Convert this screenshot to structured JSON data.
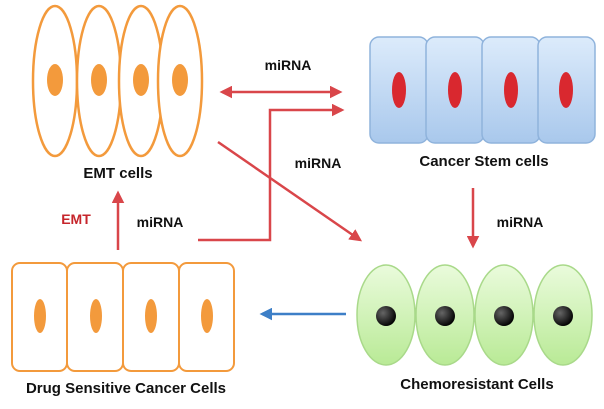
{
  "labels": {
    "emt_cells": "EMT cells",
    "cancer_stem_cells": "Cancer Stem cells",
    "drug_sensitive": "Drug Sensitive Cancer Cells",
    "chemoresistant": "Chemoresistant Cells",
    "mirna_top": "miRNA",
    "mirna_center": "miRNA",
    "mirna_right": "miRNA",
    "mirna_left": "miRNA",
    "emt": "EMT"
  },
  "colors": {
    "emt_outline": "#f39a3c",
    "emt_nucleus": "#f39a3c",
    "stem_fill": "#c5dcf5",
    "stem_outline": "#8fb3dc",
    "stem_nucleus": "#d9282f",
    "chemo_fill": "#d6f5c0",
    "chemo_outline": "#a9d98a",
    "chemo_nucleus": "#000000",
    "arrow_red": "#d9464a",
    "arrow_blue": "#3d7fc7",
    "emt_text": "#c6252b",
    "text": "#111111"
  }
}
